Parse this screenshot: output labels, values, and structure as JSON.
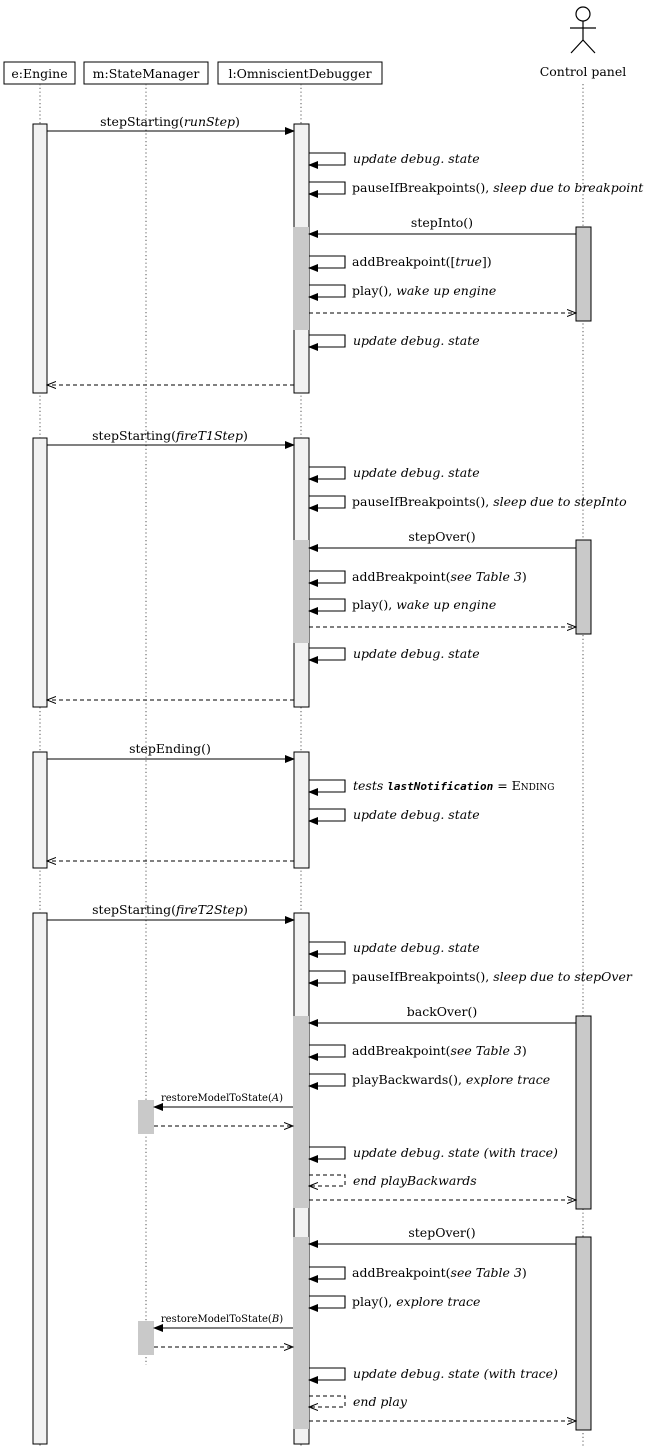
{
  "participants": {
    "engine": "e:Engine",
    "state_manager": "m:StateManager",
    "debugger": "l:OmniscientDebugger",
    "control_panel": "Control panel"
  },
  "messages": {
    "run_step": "stepStarting(",
    "run_step_arg": "runStep",
    "fire_t1": "stepStarting(",
    "fire_t1_arg": "fireT1Step",
    "step_ending": "stepEnding()",
    "fire_t2": "stepStarting(",
    "fire_t2_arg": "fireT2Step",
    "close_paren": ")",
    "update_state": "update debug. state",
    "pause": "pauseIfBreakpoints(), ",
    "sleep_breakpoint": "sleep due to breakpoint",
    "sleep_stepinto": "sleep due to stepInto",
    "sleep_stepover": "sleep due to stepOver",
    "step_into": "stepInto()",
    "step_over": "stepOver()",
    "back_over": "backOver()",
    "add_bp_true_prefix": "addBreakpoint([",
    "add_bp_true_arg": "true",
    "add_bp_true_suffix": "])",
    "add_bp_table_prefix": "addBreakpoint(",
    "add_bp_table_arg": "see Table 3",
    "add_bp_table_suffix": ")",
    "play": "play(), ",
    "wake_up": "wake up engine",
    "explore_trace": "explore trace",
    "play_backwards": "playBackwards(), ",
    "tests": "tests ",
    "last_notification": "lastNotification",
    "equals": " = ",
    "ending": "Ending",
    "restore_prefix": "restoreModelToState(",
    "state_a": "A",
    "state_b": "B",
    "update_with_trace": "update debug. state (with trace)",
    "end_play_backwards": "end playBackwards",
    "end_play": "end play"
  }
}
